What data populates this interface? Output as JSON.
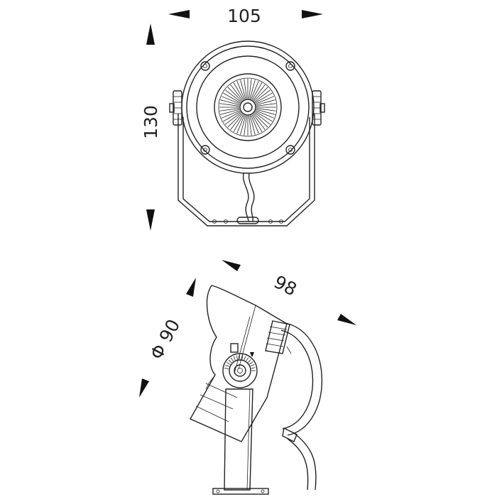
{
  "dimensions": {
    "front_width": "105",
    "front_height": "130",
    "side_length": "98",
    "side_diameter": "Φ 90"
  },
  "colors": {
    "line": "#222222",
    "arrow": "#111111",
    "background": "#ffffff"
  }
}
